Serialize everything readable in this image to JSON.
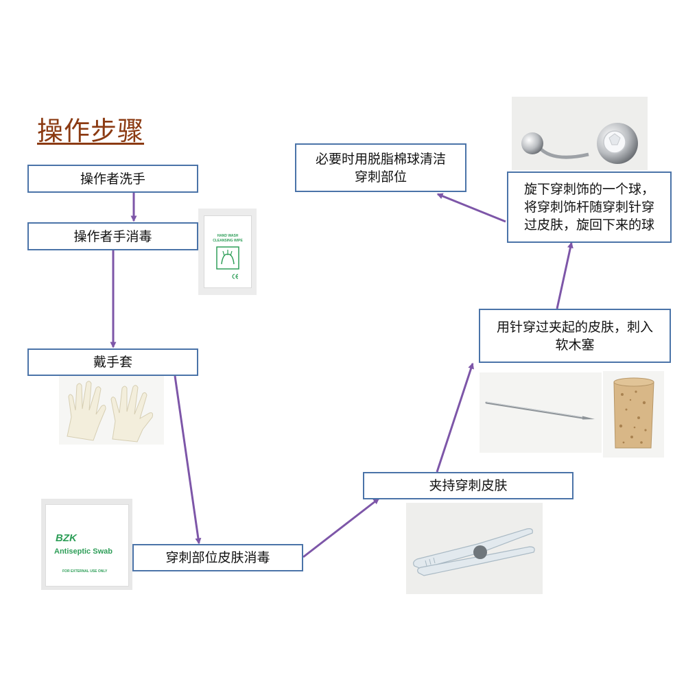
{
  "title": "操作步骤",
  "steps": [
    {
      "text": "操作者洗手"
    },
    {
      "text": "操作者手消毒"
    },
    {
      "text": "戴手套"
    },
    {
      "text": "穿刺部位皮肤消毒"
    },
    {
      "text": "夹持穿刺皮肤"
    },
    {
      "text": "用针穿过夹起的皮肤，刺入\n软木塞"
    },
    {
      "text": "旋下穿刺饰的一个球，\n将穿刺饰杆随穿刺针穿\n过皮肤，旋回下来的球"
    },
    {
      "text": "必要时用脱脂棉球清洁\n穿刺部位"
    }
  ],
  "products": {
    "wipe_line1": "HAND WASH",
    "wipe_line2": "CLEANSING WIPE",
    "swab_brand": "BZK",
    "swab_name": "Antiseptic Swab",
    "swab_note": "FOR EXTERNAL USE ONLY"
  },
  "colors": {
    "arrow": "#7d56a8",
    "box_border": "#4a73a8",
    "title": "#8b3a12",
    "pack_text": "#2e9e58"
  }
}
